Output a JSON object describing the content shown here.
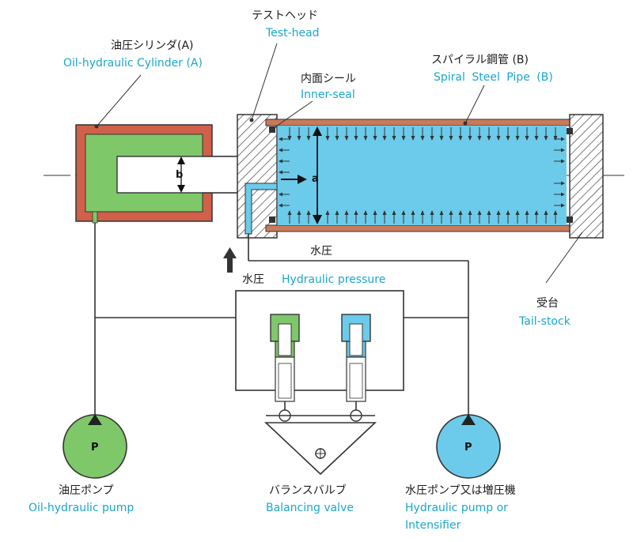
{
  "labels": {
    "cylinder_jp": "油圧シリンダ(A)",
    "cylinder_en": "Oil-hydraulic Cylinder (A)",
    "testhead_jp": "テストヘッド",
    "testhead_en": "Test-head",
    "innerseal_jp": "内面シール",
    "innerseal_en": "Inner-seal",
    "pipe_jp": "スパイラル鋼管 (B)",
    "pipe_en": "Spiral Steel Pipe (B)",
    "water_pressure_jp": "水圧",
    "hydraulic_pressure_jp": "水圧",
    "hydraulic_pressure_en": "Hydraulic pressure",
    "tailstock_jp": "受台",
    "tailstock_en": "Tail-stock",
    "oilpump_jp": "油圧ポンプ",
    "oilpump_en": "Oil-hydraulic pump",
    "valve_jp": "バランスバルブ",
    "valve_en": "Balancing valve",
    "hydpump_jp": "水圧ポンプ又は増圧機",
    "hydpump_en_1": "Hydraulic pump or",
    "hydpump_en_2": "Intensifier"
  },
  "symbols": {
    "a": "a",
    "b": "b",
    "pump_p_left": "P",
    "pump_p_right": "P"
  },
  "colors": {
    "oil_green": "#7ec86a",
    "water_blue": "#6ccbea",
    "cylinder_wall": "#d0604a",
    "pipe_wall": "#c97a5a",
    "label_blue": "#1aa6cc"
  }
}
